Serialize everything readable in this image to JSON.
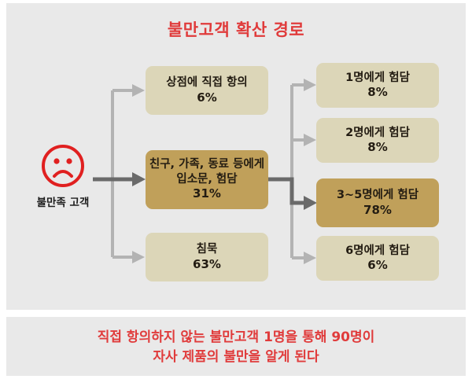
{
  "title": "불만고객 확산 경로",
  "source_node": {
    "icon": "sad-face-icon",
    "label": "불만족 고객"
  },
  "colors": {
    "accent_red": "#e03b3b",
    "panel_bg": "#e9e9e9",
    "box_light": "#dcd6b8",
    "box_highlight": "#c0a05a",
    "arrow_light": "#b3b3b3",
    "arrow_dark": "#6a6a6a",
    "text_dark": "#231c12"
  },
  "middle_column": [
    {
      "label": "상점에 직접 항의",
      "percent": "6%",
      "highlight": false
    },
    {
      "label_line1": "친구, 가족, 동료 등에게",
      "label_line2": "입소문, 험담",
      "percent": "31%",
      "highlight": true
    },
    {
      "label": "침묵",
      "percent": "63%",
      "highlight": false
    }
  ],
  "right_column": [
    {
      "label": "1명에게 험담",
      "percent": "8%",
      "highlight": false
    },
    {
      "label": "2명에게 험담",
      "percent": "8%",
      "highlight": false
    },
    {
      "label": "3~5명에게 험담",
      "percent": "78%",
      "highlight": true
    },
    {
      "label": "6명에게 험담",
      "percent": "6%",
      "highlight": false
    }
  ],
  "footer": {
    "line1": "직접 항의하지 않는 불만고객 1명을 통해 90명이",
    "line2": "자사 제품의 불만을 알게 된다"
  },
  "chart_data": {
    "type": "diagram",
    "title": "불만고객 확산 경로",
    "stage1": {
      "name": "불만족 고객",
      "categories": [
        "상점에 직접 항의",
        "친구, 가족, 동료 등에게 입소문, 험담",
        "침묵"
      ],
      "values": [
        6,
        31,
        63
      ],
      "unit": "%"
    },
    "stage2": {
      "from": "친구, 가족, 동료 등에게 입소문, 험담",
      "categories": [
        "1명에게 험담",
        "2명에게 험담",
        "3~5명에게 험담",
        "6명에게 험담"
      ],
      "values": [
        8,
        8,
        78,
        6
      ],
      "unit": "%"
    },
    "conclusion": "직접 항의하지 않는 불만고객 1명을 통해 90명이 자사 제품의 불만을 알게 된다"
  }
}
